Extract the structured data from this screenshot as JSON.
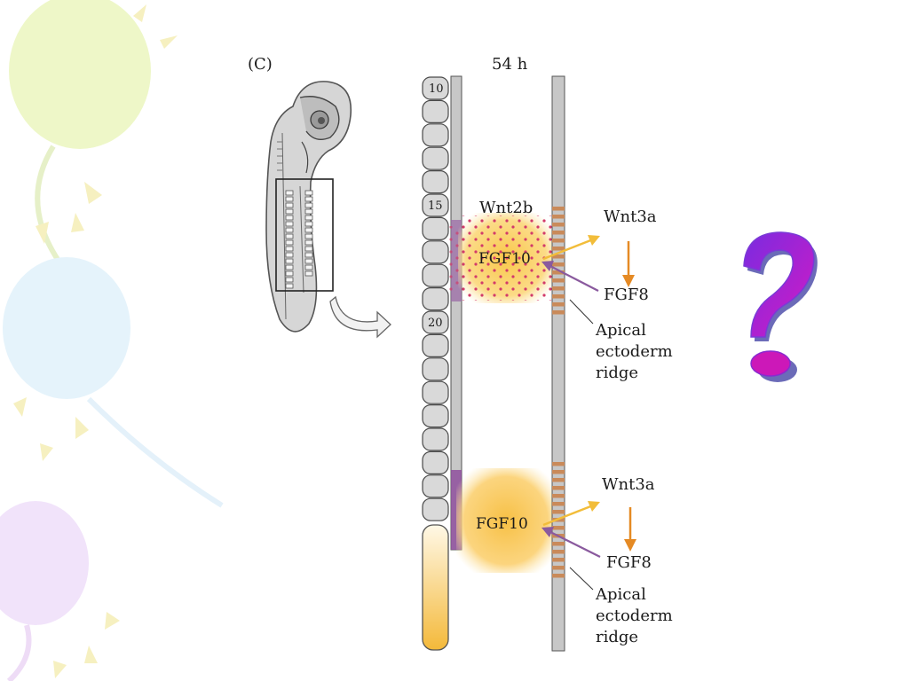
{
  "panel_label": "(C)",
  "time_label": "54 h",
  "somite_numbers": [
    "10",
    "15",
    "20"
  ],
  "upper_region": {
    "wnt2b": "Wnt2b",
    "fgf10": "FGF10",
    "wnt3a": "Wnt3a",
    "fgf8": "FGF8",
    "ridge_line1": "Apical",
    "ridge_line2": "ectoderm",
    "ridge_line3": "ridge"
  },
  "lower_region": {
    "fgf10": "FGF10",
    "wnt3a": "Wnt3a",
    "fgf8": "FGF8",
    "ridge_line1": "Apical",
    "ridge_line2": "ectoderm",
    "ridge_line3": "ridge"
  },
  "question_mark": "?",
  "colors": {
    "arrow_orange": "#e58a24",
    "arrow_yellow": "#f2bd3a",
    "arrow_purple": "#8a5a9e",
    "fgf_glow": "#f9c74a",
    "ridge_stripe": "#c98a5a",
    "question_mark": "#b21ad6"
  }
}
